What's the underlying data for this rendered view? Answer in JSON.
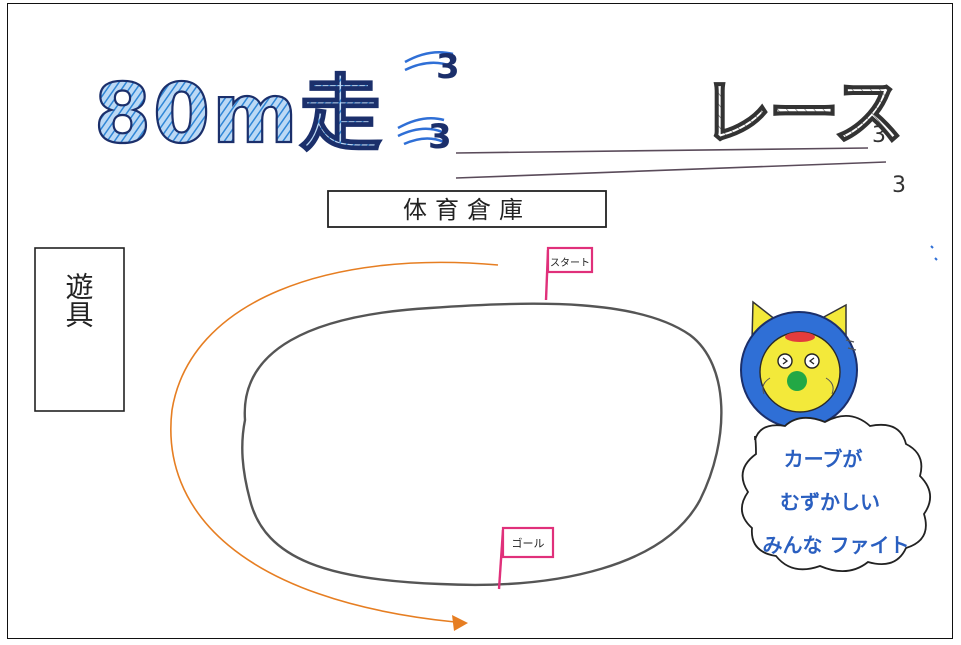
{
  "title": {
    "main": "80m走",
    "race": "レース",
    "speed_mark": "3"
  },
  "storage_label": "体育倉庫",
  "equipment_label": "遊具",
  "flags": {
    "start": "スタート",
    "goal": "ゴール"
  },
  "speech_bubble": {
    "lines": [
      "カーブが",
      "むずかしい",
      "みんな ファイト"
    ]
  },
  "colors": {
    "title_blue": "#3a8fd9",
    "title_outline": "#1b2f6b",
    "race_hatch": "#555555",
    "track": "#555555",
    "arrow": "#e67e22",
    "flag": "#e0307a",
    "bubble_text": "#2a5fc0",
    "mascot_yellow": "#f3e93a",
    "mascot_blue": "#2f6fd6",
    "mascot_nose": "#22a845"
  },
  "icons": [
    "start-flag-icon",
    "goal-flag-icon",
    "mascot-icon",
    "arrow-icon"
  ]
}
